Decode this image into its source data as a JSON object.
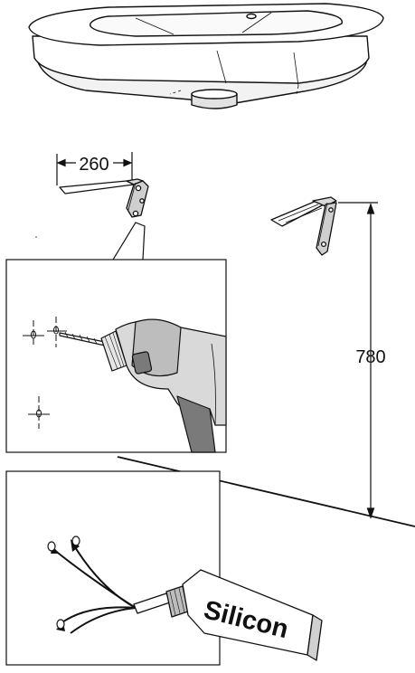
{
  "dimensions": {
    "bracket_width": "260",
    "mounting_height": "780"
  },
  "tube_label": "Silicon",
  "icons": [
    "washbasin-icon",
    "wall-bracket-icon",
    "drill-icon",
    "silicone-tube-icon"
  ],
  "colors": {
    "line": "#111111",
    "fill": "#ffffff",
    "shade": "#bdbdbd",
    "dark_shade": "#7a7a7a"
  }
}
